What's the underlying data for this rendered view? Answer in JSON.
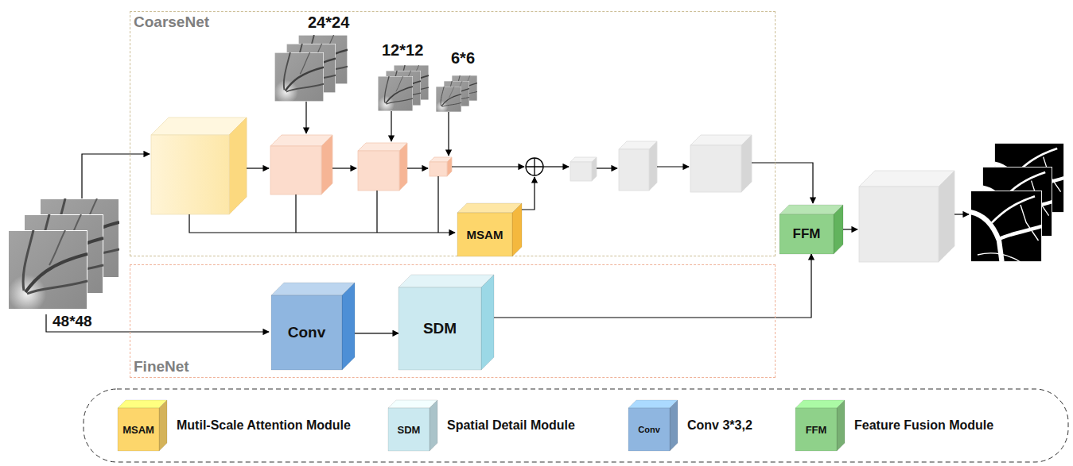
{
  "diagram": {
    "nodes": [
      {
        "text": [
          "CoarseNet"
        ]
      },
      {
        "text": [
          "MSAM"
        ],
        "in": 0
      },
      {
        "text": [
          "FFM"
        ]
      },
      {
        "text": [
          "FineNet"
        ]
      },
      {
        "text": [
          "Conv"
        ],
        "in": 3
      },
      {
        "text": [
          "SDM"
        ],
        "in": 3
      }
    ],
    "edges": [
      {
        "from": 4,
        "to": 5,
        "arrow": "to"
      },
      {
        "from": 5,
        "to": 2,
        "arrow": "to"
      }
    ],
    "labels": [
      "24*24",
      "12*12",
      "6*6",
      "48*48",
      "MSAM",
      "SDM",
      "Conv",
      "FFM"
    ],
    "legend": [
      {
        "text": "Mutil-Scale Attention Module",
        "color": "#fdd66b"
      },
      {
        "text": "Spatial Detail Module",
        "color": "#cbe9f0"
      },
      {
        "text": "Conv 3*3,2",
        "color": "#8fb6e0"
      },
      {
        "text": "Feature Fusion Module",
        "color": "#8fd18a"
      }
    ]
  }
}
